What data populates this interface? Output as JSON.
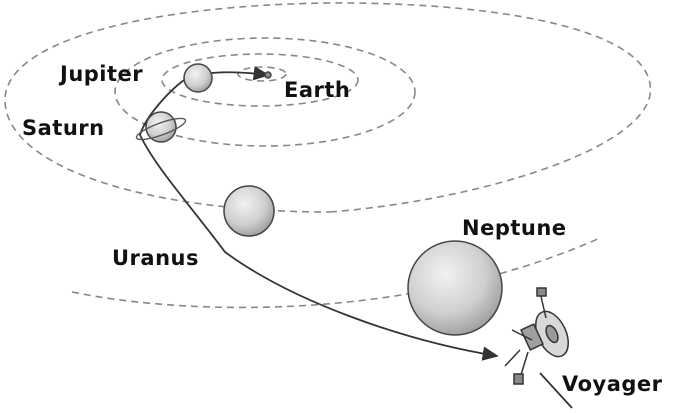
{
  "labels": {
    "jupiter": "Jupiter",
    "earth": "Earth",
    "saturn": "Saturn",
    "uranus": "Uranus",
    "neptune": "Neptune",
    "voyager": "Voyager"
  },
  "colors": {
    "orbit": "#888888",
    "trajectory": "#333333",
    "planet_fill": "#d4d4d4",
    "planet_stroke": "#444444",
    "label": "#111111"
  }
}
